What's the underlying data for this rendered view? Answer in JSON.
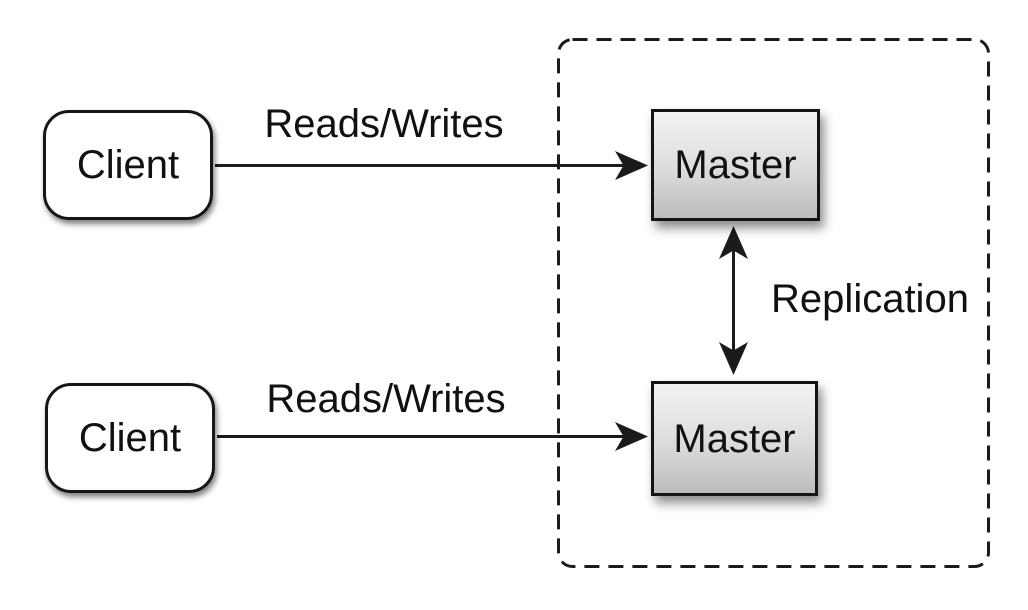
{
  "diagram": {
    "kind": "database-replication-architecture",
    "background_color": "#ffffff",
    "line_color": "#1b1b1b",
    "text_color": "#111111",
    "nodes": {
      "client_top": {
        "label": "Client",
        "shape": "rounded-rectangle",
        "fill": "#ffffff"
      },
      "client_bottom": {
        "label": "Client",
        "shape": "rounded-rectangle",
        "fill": "#ffffff"
      },
      "master_top": {
        "label": "Master",
        "shape": "rectangle",
        "fill_gradient_top": "#f3f3f3",
        "fill_gradient_bottom": "#bcbcbc"
      },
      "master_bottom": {
        "label": "Master",
        "shape": "rectangle",
        "fill_gradient_top": "#f3f3f3",
        "fill_gradient_bottom": "#bcbcbc"
      }
    },
    "group": {
      "name": "replication-boundary",
      "border_style": "dashed",
      "contains": [
        "master_top",
        "master_bottom"
      ]
    },
    "edges": [
      {
        "from": "client_top",
        "to": "master_top",
        "label": "Reads/Writes",
        "direction": "one-way"
      },
      {
        "from": "client_bottom",
        "to": "master_bottom",
        "label": "Reads/Writes",
        "direction": "one-way"
      },
      {
        "from": "master_top",
        "to": "master_bottom",
        "label": "Replication",
        "direction": "two-way"
      }
    ]
  }
}
